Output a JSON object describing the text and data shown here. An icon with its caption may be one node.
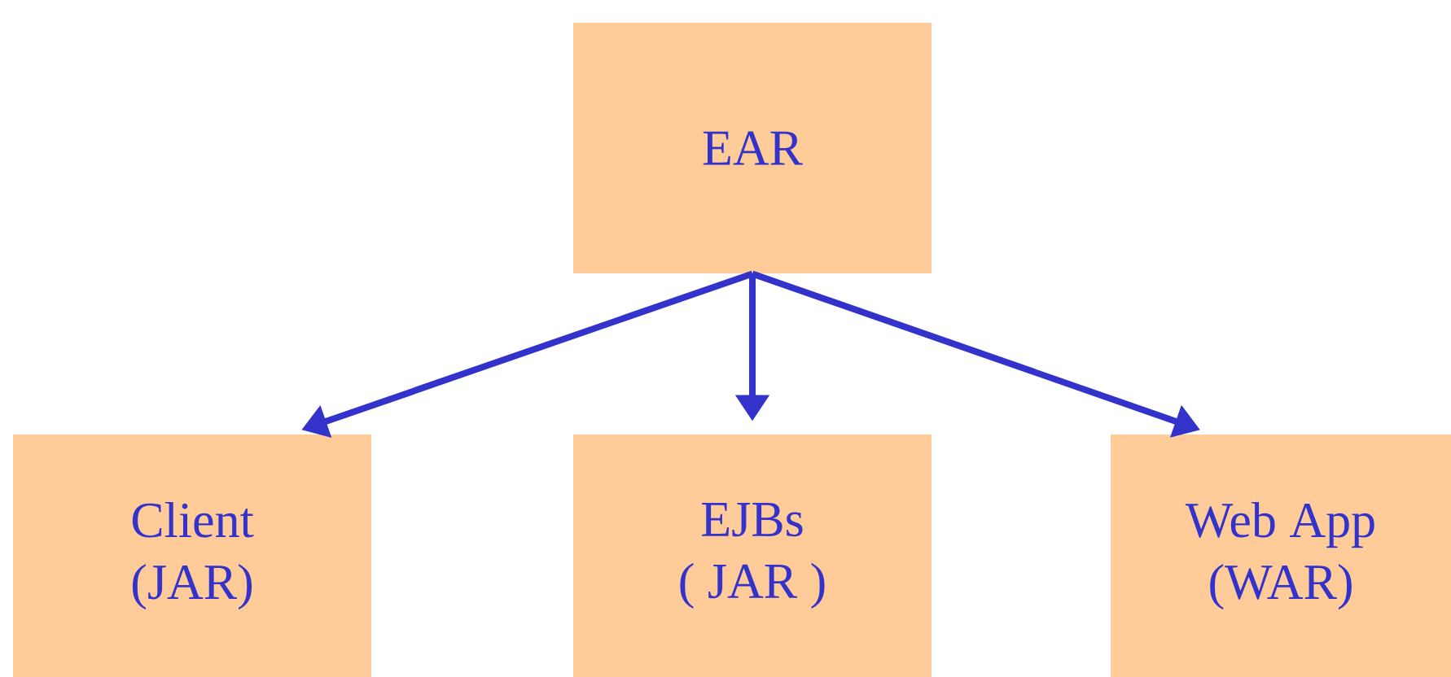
{
  "diagram": {
    "nodes": [
      {
        "text": [
          "EAR"
        ]
      },
      {
        "text": [
          "Client",
          "(JAR)"
        ]
      },
      {
        "text": [
          "EJBs",
          "( JAR )"
        ]
      },
      {
        "text": [
          "Web App",
          "(WAR)"
        ]
      }
    ],
    "edges": [
      {
        "from": 0,
        "to": 1,
        "arrow": "to"
      },
      {
        "from": 0,
        "to": 2,
        "arrow": "to"
      },
      {
        "from": 0,
        "to": 3,
        "arrow": "to"
      }
    ]
  }
}
